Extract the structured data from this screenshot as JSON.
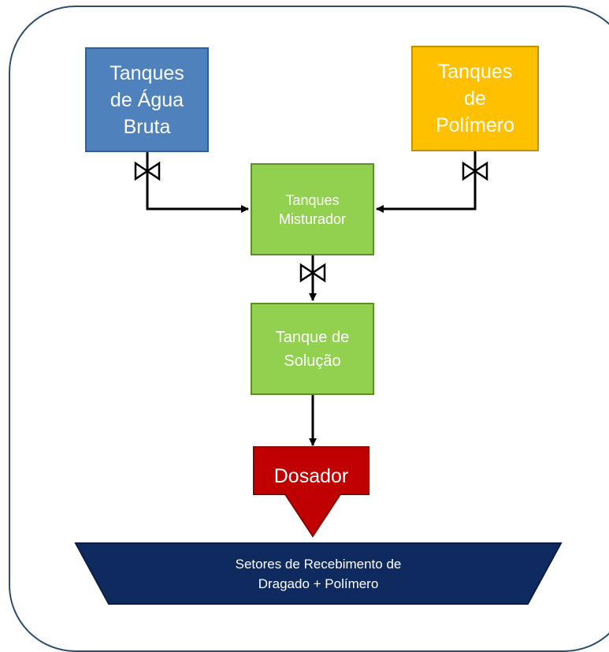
{
  "diagram": {
    "raw_water_tanks": {
      "line1": "Tanques",
      "line2": "de Água",
      "line3": "Bruta"
    },
    "polymer_tanks": {
      "line1": "Tanques",
      "line2": "de",
      "line3": "Polímero"
    },
    "mixer_tanks": {
      "line1": "Tanques",
      "line2": "Misturador"
    },
    "solution_tank": {
      "line1": "Tanque de",
      "line2": "Solução"
    },
    "doser": {
      "label": "Dosador"
    },
    "receiving_sectors": {
      "line1": "Setores de Recebimento de",
      "line2": "Dragado + Polímero"
    }
  },
  "colors": {
    "raw_water": "#4f81bd",
    "polymer": "#ffc000",
    "mixer": "#92d050",
    "solution": "#92d050",
    "doser": "#c00000",
    "receiving": "#0f2a5e",
    "frame": "#2f4f6f"
  },
  "icons": [
    "valve-icon",
    "arrow-icon"
  ]
}
